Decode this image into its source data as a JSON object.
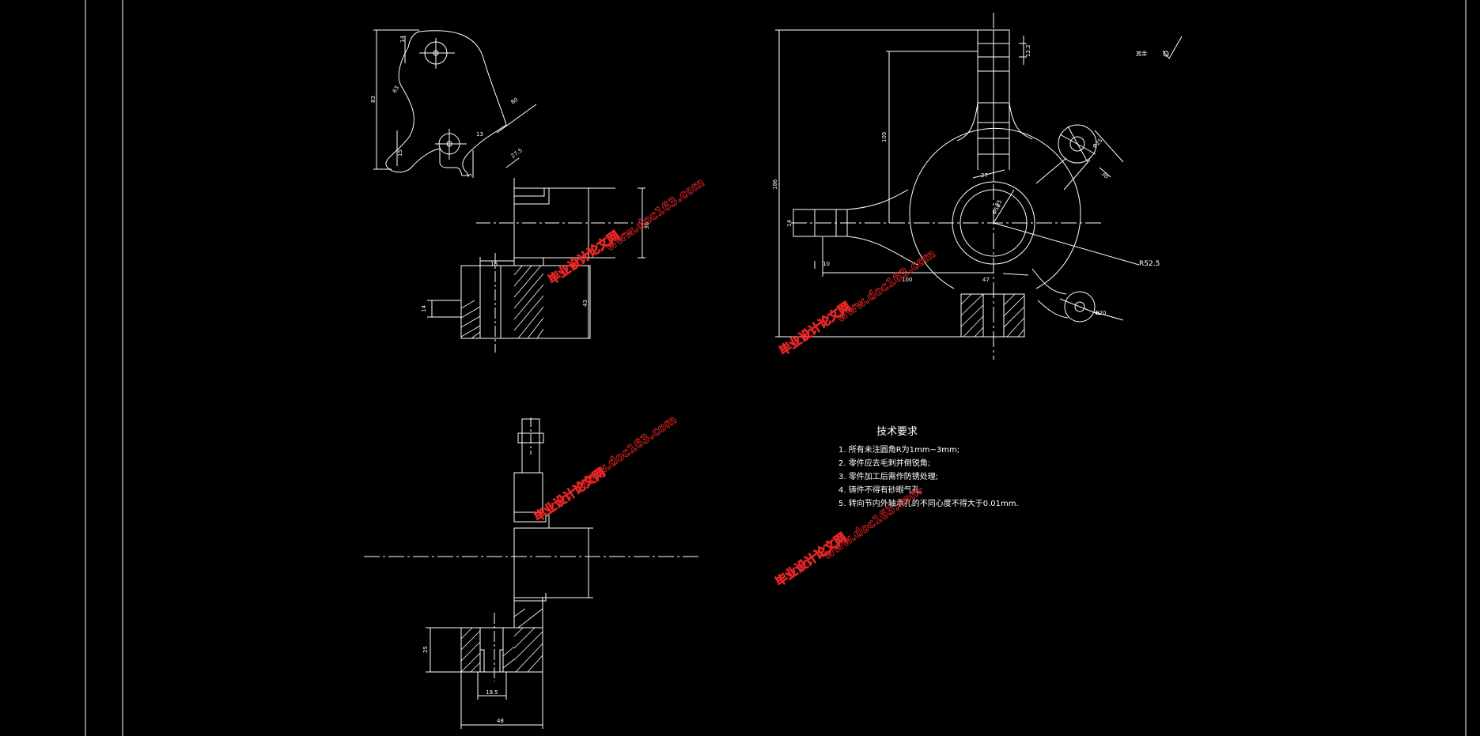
{
  "palette": {
    "background": "#000000",
    "line": "#ffffff",
    "watermark": "#ff2a2a"
  },
  "dims": {
    "top_left": {
      "d14a": "14",
      "d83": "83",
      "d63": "63",
      "d15": "15",
      "d13": "13",
      "d5": "5",
      "d27_5": "27.5",
      "d80": "80",
      "d16": "16",
      "d14b": "14",
      "d43": "43",
      "d30": "30"
    },
    "top_right": {
      "d12_2": "12.2",
      "d186": "186",
      "d105": "105",
      "d14": "14",
      "d10": "10",
      "d100": "100",
      "d25": "25",
      "d27": "27",
      "d47": "47",
      "d30": "30",
      "r52_5": "R52.5",
      "phi25": "Φ25",
      "phi20": "Φ20",
      "phi50": "Φ50"
    },
    "bottom": {
      "d25": "25",
      "d19_5": "19.5",
      "d48": "48"
    },
    "roughness_label": "其余"
  },
  "requirements": {
    "title": "技术要求",
    "items": [
      "1.  所有未注圆角R为1mm~3mm;",
      "2.  零件应去毛刺并倒锐角;",
      "3.  零件加工后需作防锈处理;",
      "4.  铸件不得有砂眼气孔;",
      "5.  转向节内外轴承孔的不同心度不得大于0.01mm."
    ]
  },
  "watermark": {
    "site": "www.doc163.com",
    "brand": "毕业设计论文网"
  }
}
